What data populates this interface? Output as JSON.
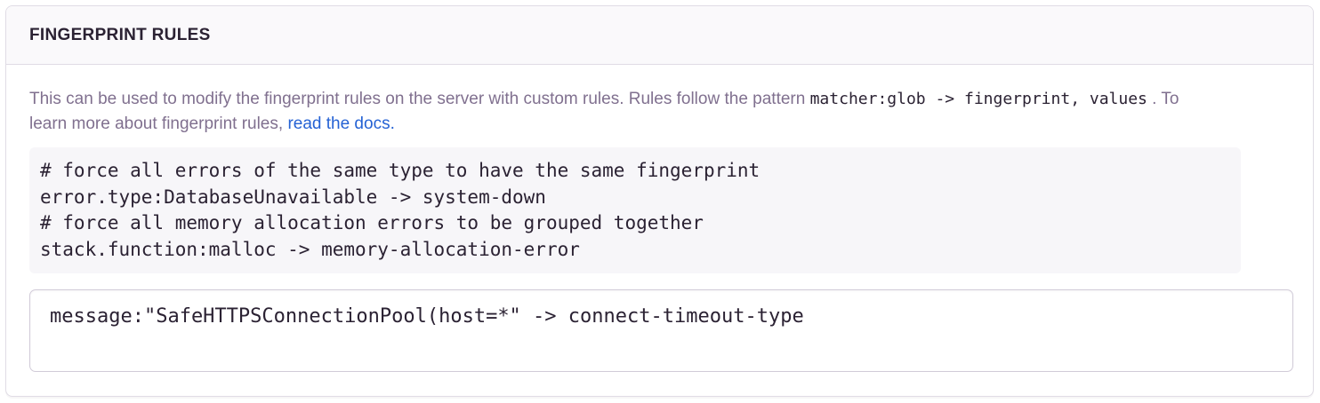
{
  "panel": {
    "title": "FINGERPRINT RULES",
    "description": {
      "line1_text": "This can be used to modify the fingerprint rules on the server with custom rules. Rules follow the pattern",
      "line1_code": "matcher:glob -> fingerprint, values",
      "line1_tail": ". To",
      "line2_text": "learn more about fingerprint rules,",
      "link_label": "read the docs."
    },
    "example_code": {
      "lines": [
        "# force all errors of the same type to have the same fingerprint",
        "error.type:DatabaseUnavailable -> system-down",
        "# force all memory allocation errors to be grouped together",
        "stack.function:malloc -> memory-allocation-error"
      ]
    },
    "rules_input": {
      "value": "message:\"SafeHTTPSConnectionPool(host=*\" -> connect-timeout-type"
    }
  },
  "colors": {
    "heading_text": "#2b2233",
    "body_text": "#80708f",
    "link": "#2562d4",
    "code_text": "#2b2233",
    "panel_header_bg": "#faf9fb",
    "code_block_bg": "#f7f6f9",
    "panel_border": "#e0dce5",
    "input_border": "#d1cbd8"
  }
}
